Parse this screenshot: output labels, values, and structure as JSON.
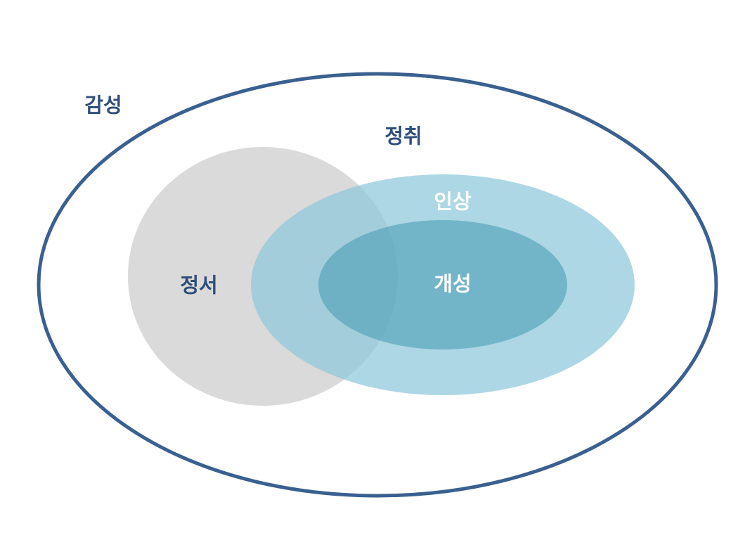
{
  "labels": {
    "gamseong": "감성",
    "jeongchwi": "정취",
    "insang": "인상",
    "jeongseo": "정서",
    "gaeseong": "개성"
  },
  "colors": {
    "outer_stroke": "#3a6090",
    "jeongseo_fill": "#d6d6d6",
    "insang_fill": "#a6d3e1",
    "gaeseong_fill": "#6aafc4",
    "label_dark": "#2f4f7a",
    "label_light": "#ffffff"
  }
}
